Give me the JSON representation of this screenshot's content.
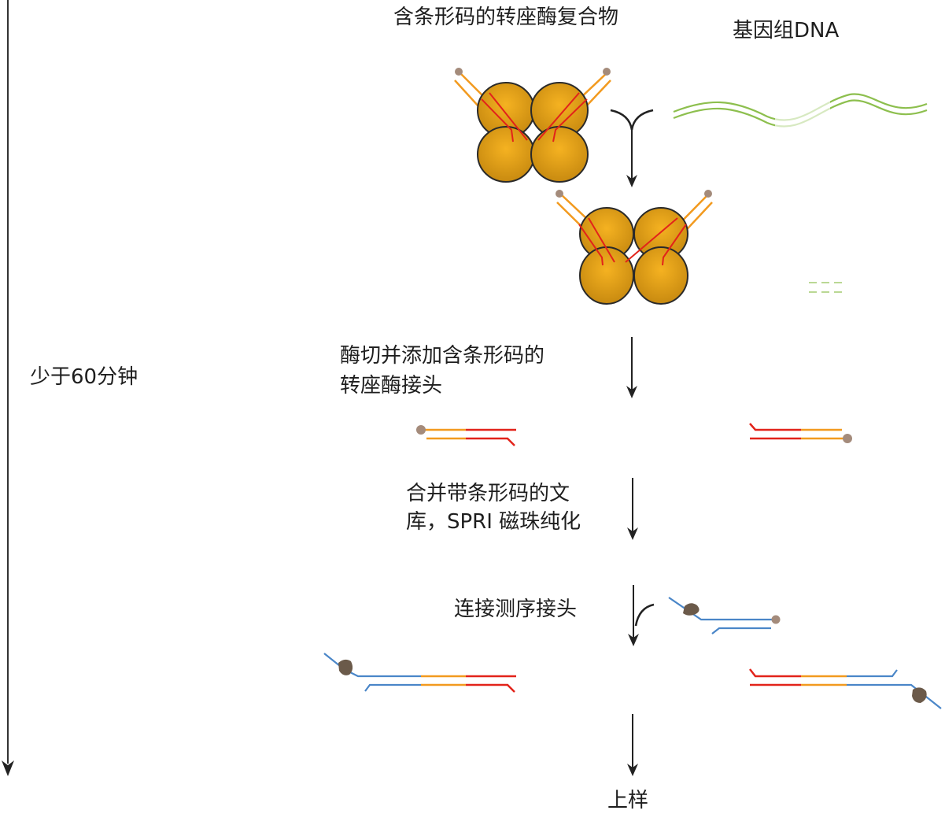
{
  "title": "含条形码的转座酶复合物",
  "genomic_dna_label": "基因组DNA",
  "time_label": "少于60分钟",
  "steps": [
    {
      "line1": "酶切并添加含条形码的",
      "line2": "转座酶接头"
    },
    {
      "line1": "合并带条形码的文",
      "line2": "库，SPRI 磁珠纯化"
    },
    {
      "line1": "连接测序接头"
    }
  ],
  "final_label": "上样",
  "colors": {
    "enzyme": "#E2A015",
    "enzyme_edge": "#2a2a2a",
    "adapter": "#F29A1F",
    "barcode": "#E2231A",
    "dna": "#8DBF4E",
    "seq_adapter": "#4A86C8",
    "end_cap": "#A48B7B",
    "blocker": "#6B5A4A",
    "arrow": "#222222"
  }
}
